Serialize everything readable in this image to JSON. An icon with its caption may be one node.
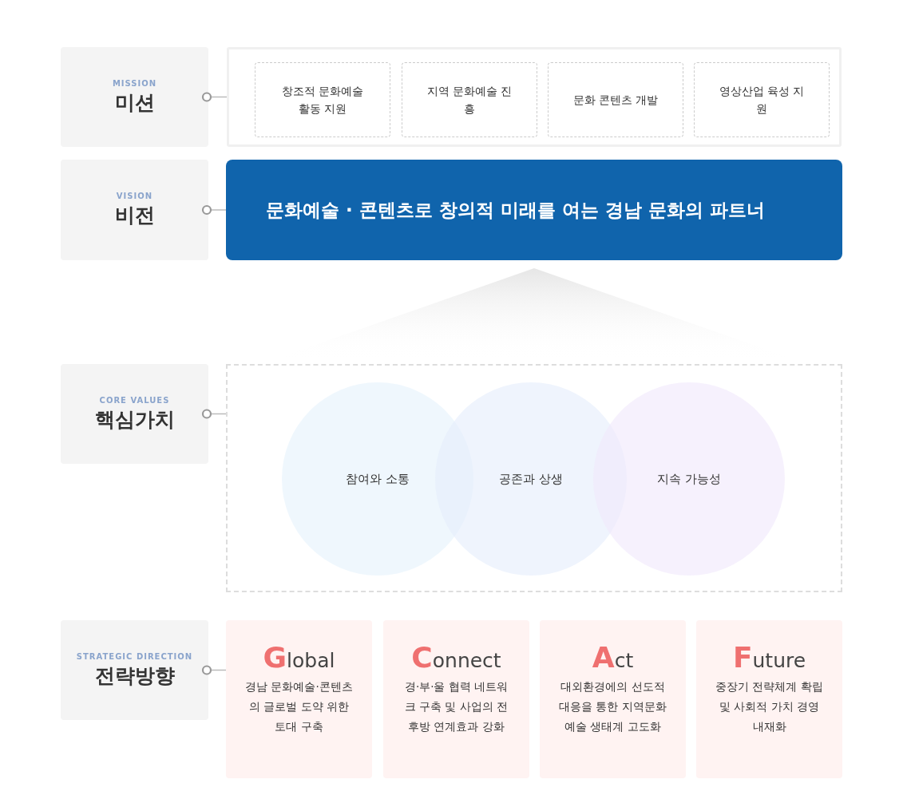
{
  "diagram": {
    "nodes": [
      {
        "text": [
          "MISSION",
          "미션"
        ]
      },
      {
        "text": [],
        "shape": "box"
      },
      {
        "text": [
          "창조적 문화예술 활동 지원"
        ],
        "in": 1
      },
      {
        "text": [
          "지역 문화예술 진흥"
        ],
        "in": 1
      },
      {
        "text": [
          "문화 콘텐츠 개발"
        ],
        "in": 1
      },
      {
        "text": [
          "영상산업 육성 지원"
        ],
        "in": 1
      },
      {
        "text": [
          "VISION",
          "비전"
        ]
      },
      {
        "text": [
          "문화예술 · 콘텐츠로 창의적 미래를 여는 경남 문화의 파트너"
        ]
      },
      {
        "text": [
          "CORE VALUES",
          "핵심가치"
        ]
      },
      {
        "text": [],
        "shape": "box"
      },
      {
        "text": [
          "참여와 소통"
        ],
        "in": 9
      },
      {
        "text": [
          "공존과 상생"
        ],
        "in": 9
      },
      {
        "text": [
          "지속 가능성"
        ],
        "in": 9
      },
      {
        "text": [
          "STRATEGIC DIRECTION",
          "전략방향"
        ]
      },
      {
        "text": [
          "Global",
          "경남 문화예술·콘텐츠의 글로벌 도약 위한 토대 구축"
        ]
      },
      {
        "text": [
          "Connect",
          "경·부·울 협력 네트워크 구축 및 사업의 전후방 연계효과 강화"
        ]
      },
      {
        "text": [
          "Act",
          "대외환경에의 선도적 대응을 통한 지역문화예술 생태계 고도화"
        ]
      },
      {
        "text": [
          "Future",
          "중장기 전략체계 확립 및 사회적 가치 경영 내재화"
        ]
      },
      {
        "text": [],
        "shape": "triangle"
      }
    ],
    "edges": [
      {
        "from": 0,
        "to": 1,
        "arrow": "other"
      },
      {
        "from": 6,
        "to": 7,
        "arrow": "other"
      },
      {
        "from": 8,
        "to": 9,
        "arrow": "other"
      },
      {
        "from": 13,
        "to": 14,
        "arrow": "other"
      }
    ]
  }
}
